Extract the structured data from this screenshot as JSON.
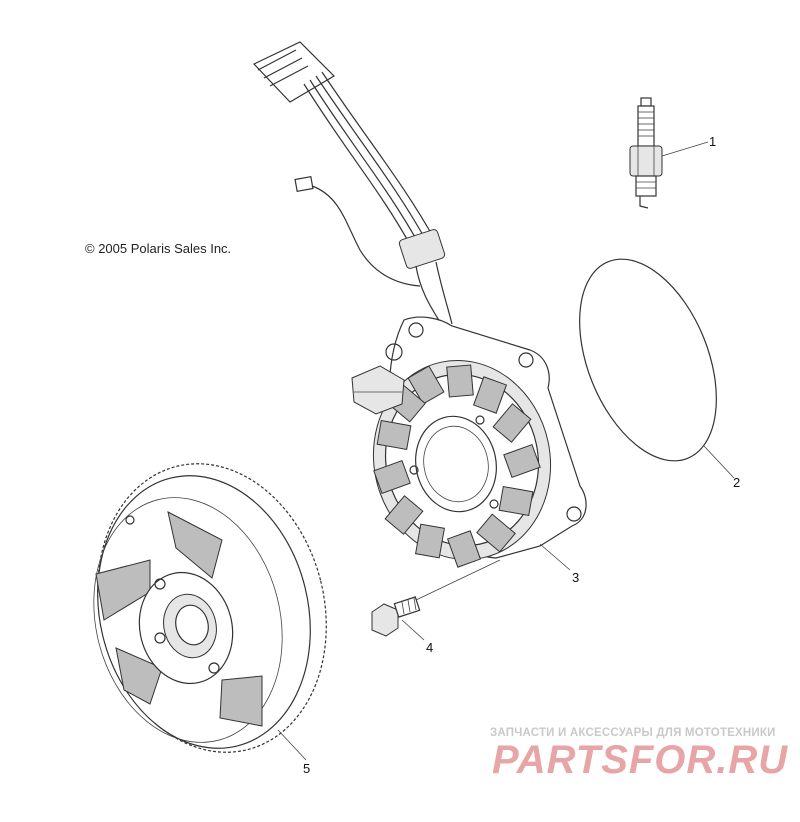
{
  "copyright": "© 2005 Polaris Sales Inc.",
  "callouts": {
    "c1": "1",
    "c2": "2",
    "c3": "3",
    "c4": "4",
    "c5": "5"
  },
  "watermark": {
    "tagline": "ЗАПЧАСТИ И АКСЕССУАРЫ ДЛЯ МОТОТЕХНИКИ",
    "logo": "PARTSFOR.RU"
  },
  "colors": {
    "line": "#333333",
    "watermark_text": "#c9c9c9",
    "watermark_logo": "#e8a5a8"
  }
}
